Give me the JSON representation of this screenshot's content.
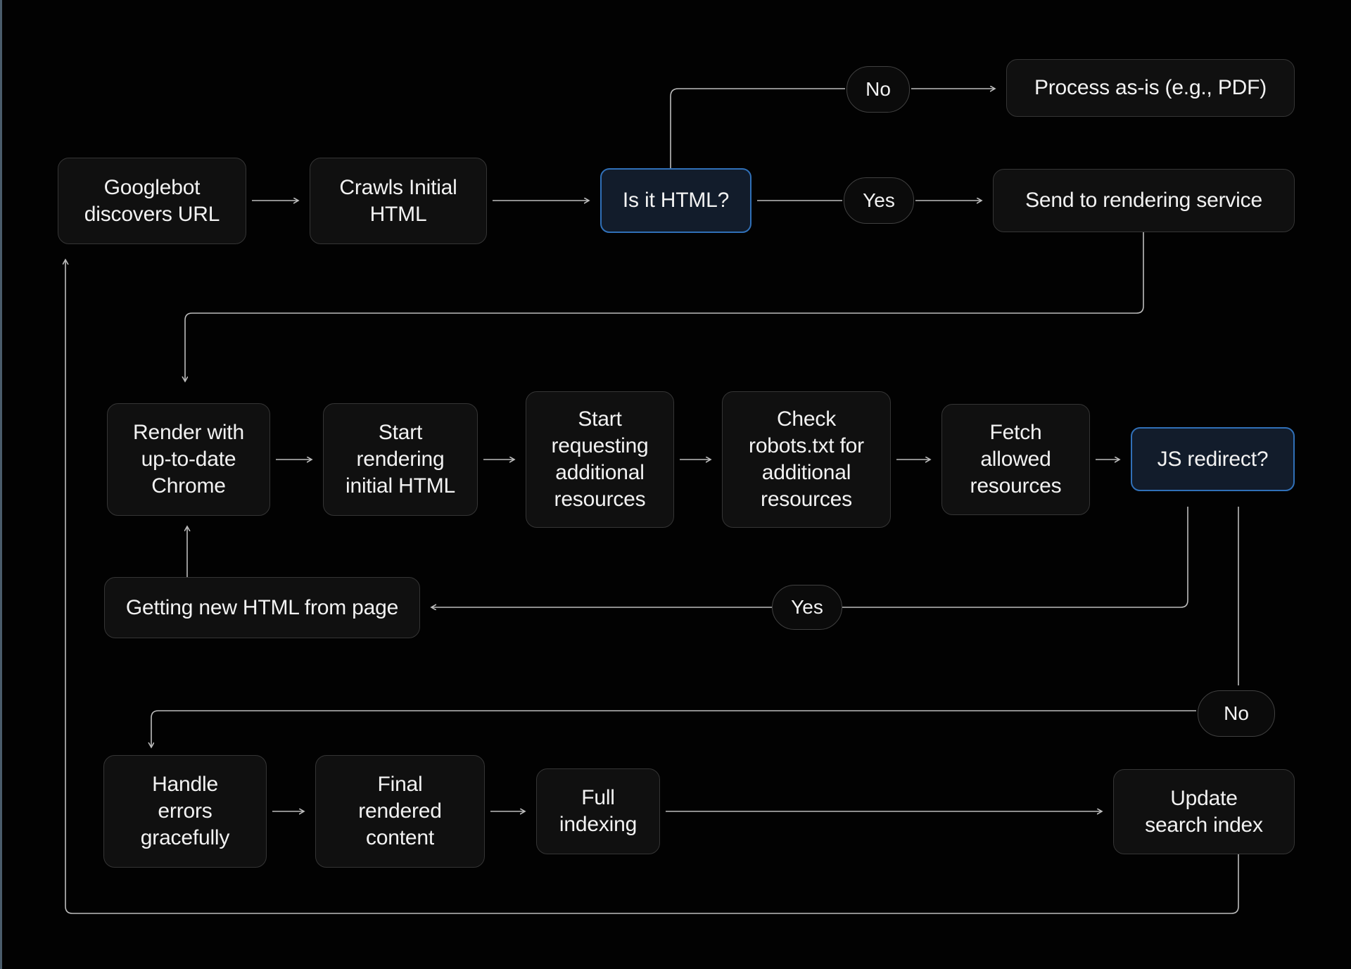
{
  "diagram": {
    "name": "googlebot-rendering-flowchart"
  },
  "colors": {
    "bg": "#020202",
    "box_fill": "#101010",
    "box_border": "#353535",
    "accent_fill": "#121c2b",
    "accent_border": "#3070b8",
    "pill_fill": "#0b0b0b",
    "pill_border": "#404040",
    "line": "#bdbdbd",
    "text": "#f2f2f2",
    "edge": "#4a5c6b"
  },
  "nodes": {
    "googlebot": {
      "label": "Googlebot\ndiscovers URL"
    },
    "crawls": {
      "label": "Crawls Initial\nHTML"
    },
    "is_it_html": {
      "label": "Is it HTML?"
    },
    "send_rendering": {
      "label": "Send to rendering service"
    },
    "process_as_is": {
      "label": "Process as-is (e.g., PDF)"
    },
    "render_chrome": {
      "label": "Render with\nup-to-date\nChrome"
    },
    "start_rendering": {
      "label": "Start\nrendering\ninitial HTML"
    },
    "start_requesting": {
      "label": "Start\nrequesting\nadditional\nresources"
    },
    "check_robots": {
      "label": "Check\nrobots.txt for\nadditional\nresources"
    },
    "fetch_allowed": {
      "label": "Fetch\nallowed\nresources"
    },
    "js_redirect": {
      "label": "JS redirect?"
    },
    "getting_html": {
      "label": "Getting new HTML from page"
    },
    "handle_errors": {
      "label": "Handle\nerrors\ngracefully"
    },
    "final_content": {
      "label": "Final\nrendered\ncontent"
    },
    "full_indexing": {
      "label": "Full\nindexing"
    },
    "update_index": {
      "label": "Update\nsearch index"
    }
  },
  "pills": {
    "no_top": {
      "label": "No"
    },
    "yes_top": {
      "label": "Yes"
    },
    "yes_mid": {
      "label": "Yes"
    },
    "no_bottom": {
      "label": "No"
    }
  }
}
